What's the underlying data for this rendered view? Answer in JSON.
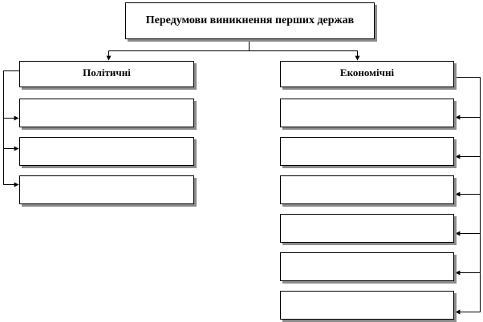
{
  "diagram": {
    "title": "Передумови виникнення перших держав",
    "left_category": {
      "label": "Політичні",
      "empty_slots": 3
    },
    "right_category": {
      "label": "Економічні",
      "empty_slots": 6
    },
    "line_color": "#000000",
    "shadow_color": "#8c8c8c"
  }
}
